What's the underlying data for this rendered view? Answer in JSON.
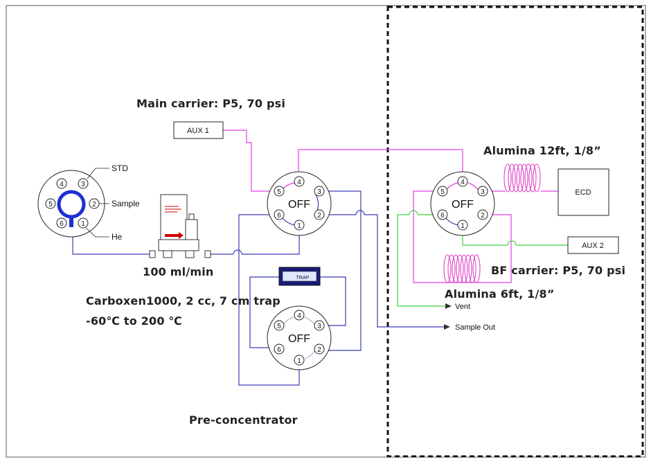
{
  "labels": {
    "main_carrier": "Main carrier: P5, 70 psi",
    "alumina_12": "Alumina 12ft, 1/8”",
    "alumina_6": "Alumina 6ft, 1/8”",
    "bf_carrier": "BF carrier: P5, 70 psi",
    "flow": "100 ml/min",
    "trap_desc": "Carboxen1000, 2 cc, 7 cm trap",
    "temp_range": "-60℃ to  200 ℃",
    "preconcentrator": "Pre-concentrator"
  },
  "boxes": {
    "aux1": "AUX 1",
    "aux2": "AUX 2",
    "ecd": "ECD",
    "trap": "TRAP"
  },
  "selector_valve": {
    "std": "STD",
    "sample": "Sample",
    "he": "He"
  },
  "valves": {
    "valve_a_state": "OFF",
    "valve_b_state": "OFF",
    "valve_c_state": "OFF"
  },
  "outputs": {
    "vent": "Vent",
    "sample_out": "Sample Out"
  },
  "ports": [
    "1",
    "2",
    "3",
    "4",
    "5",
    "6"
  ],
  "colors": {
    "magenta_line": "#e040e0",
    "blue_line": "#3a3ab8",
    "green_line": "#40d040",
    "coil": "#e040c8",
    "trap_body": "#1a1a7a"
  }
}
